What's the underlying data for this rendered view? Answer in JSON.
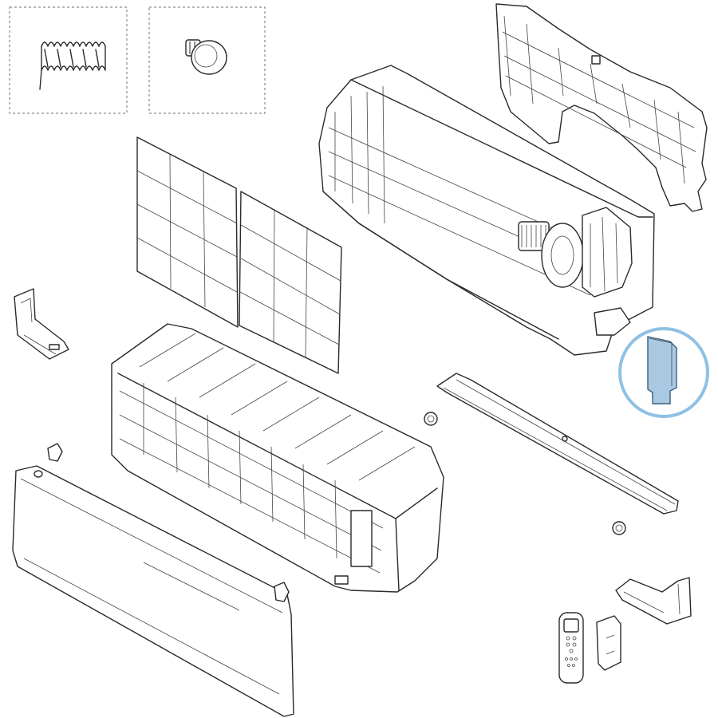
{
  "diagram": {
    "highlight_color": "#8fc1e4",
    "highlight_fill": "#a9c9e3",
    "line_color": "#2a2a2a",
    "parts": [
      "accessory-spring",
      "accessory-knob",
      "air-filter",
      "mounting-plate",
      "chassis",
      "left-bracket",
      "front-frame",
      "front-panel",
      "display-module",
      "louver",
      "remote-control",
      "remote-holder",
      "right-bracket"
    ]
  }
}
